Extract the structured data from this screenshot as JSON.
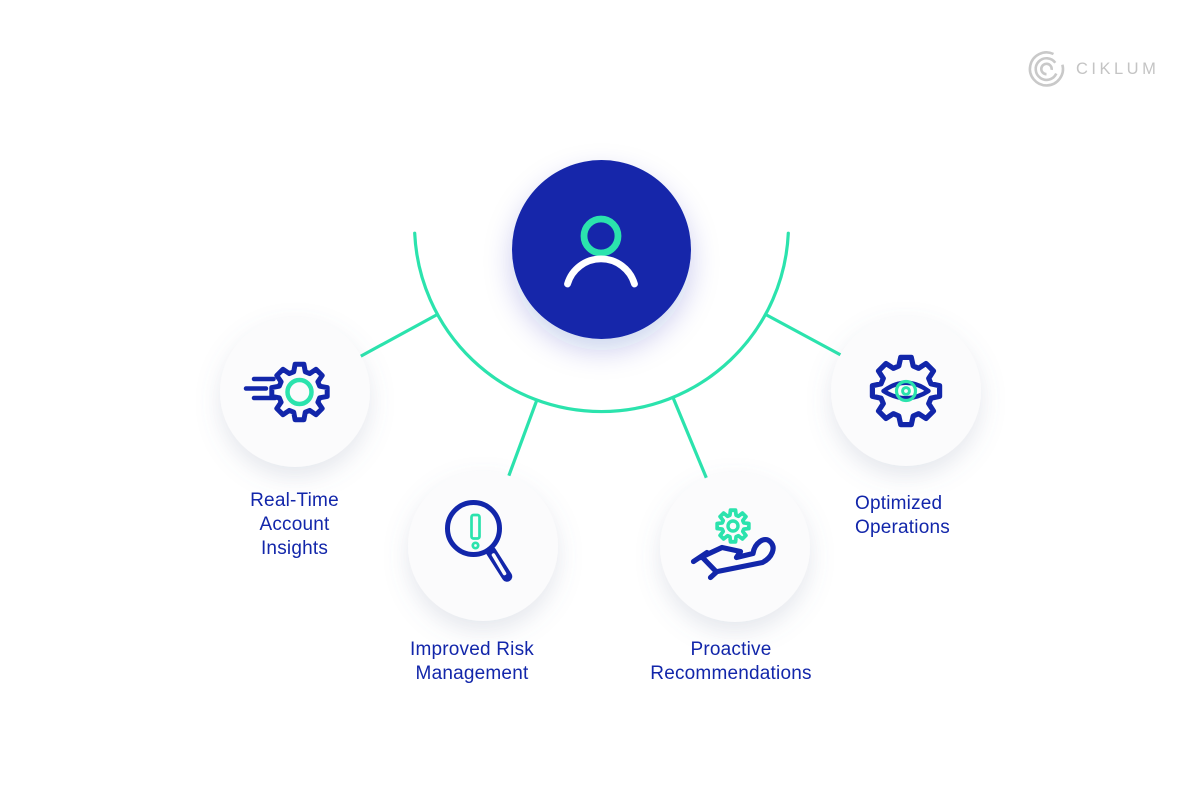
{
  "brand": {
    "name": "CIKLUM",
    "logo_icon": "ciklum-arcs-logo"
  },
  "colors": {
    "background": "#FFFFFF",
    "primary_blue": "#1226AA",
    "accent_teal": "#2BE3AD",
    "hub_icon_white": "#FFFFFF",
    "node_fill": "#FBFBFC",
    "logo_gray": "#C9C9C9",
    "logo_text_gray": "#C4C4C4"
  },
  "hub": {
    "icon": "user-icon"
  },
  "nodes": [
    {
      "id": "real-time-account-insights",
      "icon": "speed-gear-icon",
      "lines": [
        "Real-Time",
        "Account",
        "Insights"
      ]
    },
    {
      "id": "improved-risk-management",
      "icon": "risk-magnifier-icon",
      "lines": [
        "Improved Risk",
        "Management"
      ]
    },
    {
      "id": "proactive-recommendations",
      "icon": "hand-gear-icon",
      "lines": [
        "Proactive",
        "Recommendations"
      ]
    },
    {
      "id": "optimized-operations",
      "icon": "eye-gear-icon",
      "lines": [
        "Optimized",
        "Operations"
      ]
    }
  ]
}
